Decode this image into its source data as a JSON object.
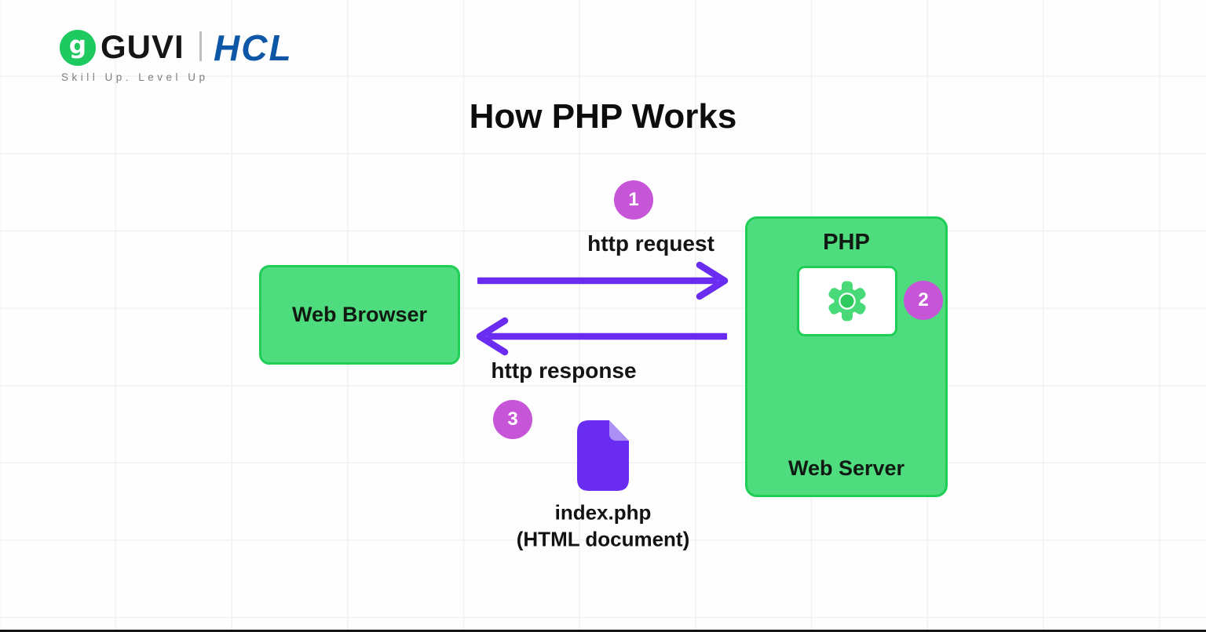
{
  "logo": {
    "icon_letter": "g",
    "guvi": "GUVI",
    "hcl": "HCL",
    "tagline": "Skill Up. Level Up"
  },
  "title": "How PHP Works",
  "diagram": {
    "step1_number": "1",
    "step2_number": "2",
    "step3_number": "3",
    "request_label": "http request",
    "response_label": "http response",
    "browser_label": "Web Browser",
    "php_label": "PHP",
    "server_label": "Web Server",
    "file_name": "index.php",
    "file_note": "(HTML document)"
  },
  "icons": {
    "logo_icon": "guvi-g-monogram",
    "php_engine": "gear",
    "response_file": "document-with-folded-corner",
    "flow": "purple-arrows"
  },
  "colors": {
    "node_green_fill": "#4fdc7e",
    "node_green_border": "#1fce55",
    "logo_green": "#1ec95f",
    "gear_green": "#48da79",
    "gear_center_green": "#2ccb5b",
    "arrow_violet": "#6a2cf0",
    "document_violet": "#6a2cf0",
    "document_fold_violet": "#ab8ff5",
    "badge_orchid": "#c755d8",
    "hcl_blue": "#0d57a6"
  }
}
